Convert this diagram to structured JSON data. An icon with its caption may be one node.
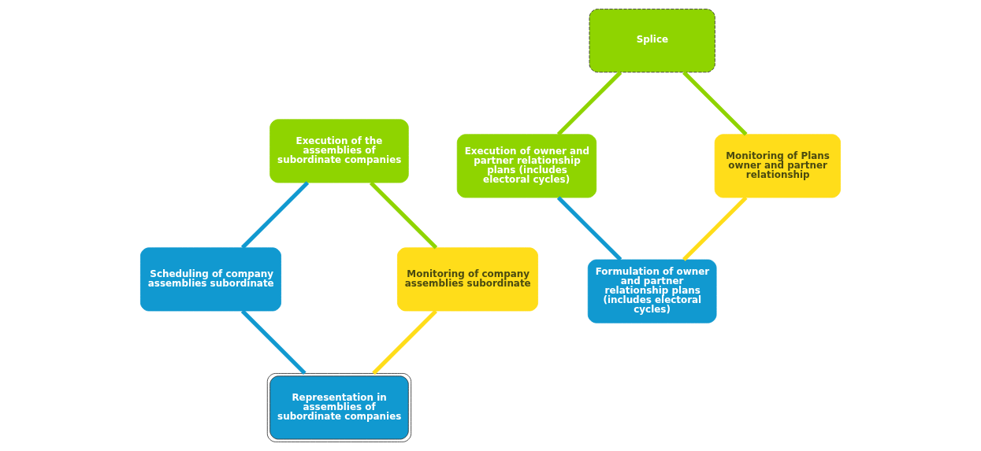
{
  "diagram": {
    "nodes": [
      {
        "text": [
          "Formulation of owner and partner relationship plans (includes electoral cycles)"
        ]
      },
      {
        "text": [
          "Monitoring of Plans owner and partner relationship"
        ]
      },
      {
        "text": [
          "Execution of owner and partner relationship plans (includes electoral cycles)"
        ]
      },
      {
        "text": [
          "Splice"
        ]
      },
      {
        "text": [
          "Representation in assemblies of subordinate companies"
        ]
      },
      {
        "text": [
          "Monitoring of company assemblies subordinate"
        ]
      },
      {
        "text": [
          "Scheduling of company assemblies subordinate"
        ]
      },
      {
        "text": [
          "Execution of the assemblies of subordinate companies"
        ]
      }
    ],
    "edges": [
      {
        "from": 0,
        "to": 2,
        "arrow": "none",
        "color": "#1199d0"
      },
      {
        "from": 2,
        "to": 3,
        "arrow": "none",
        "color": "#8fd400"
      },
      {
        "from": 3,
        "to": 1,
        "arrow": "none",
        "color": "#8fd400"
      },
      {
        "from": 1,
        "to": 0,
        "arrow": "none",
        "color": "#ffdd1a"
      },
      {
        "from": 4,
        "to": 6,
        "arrow": "none",
        "color": "#1199d0"
      },
      {
        "from": 6,
        "to": 7,
        "arrow": "none",
        "color": "#1199d0"
      },
      {
        "from": 7,
        "to": 5,
        "arrow": "none",
        "color": "#8fd400"
      },
      {
        "from": 5,
        "to": 4,
        "arrow": "none",
        "color": "#ffdd1a"
      }
    ]
  }
}
